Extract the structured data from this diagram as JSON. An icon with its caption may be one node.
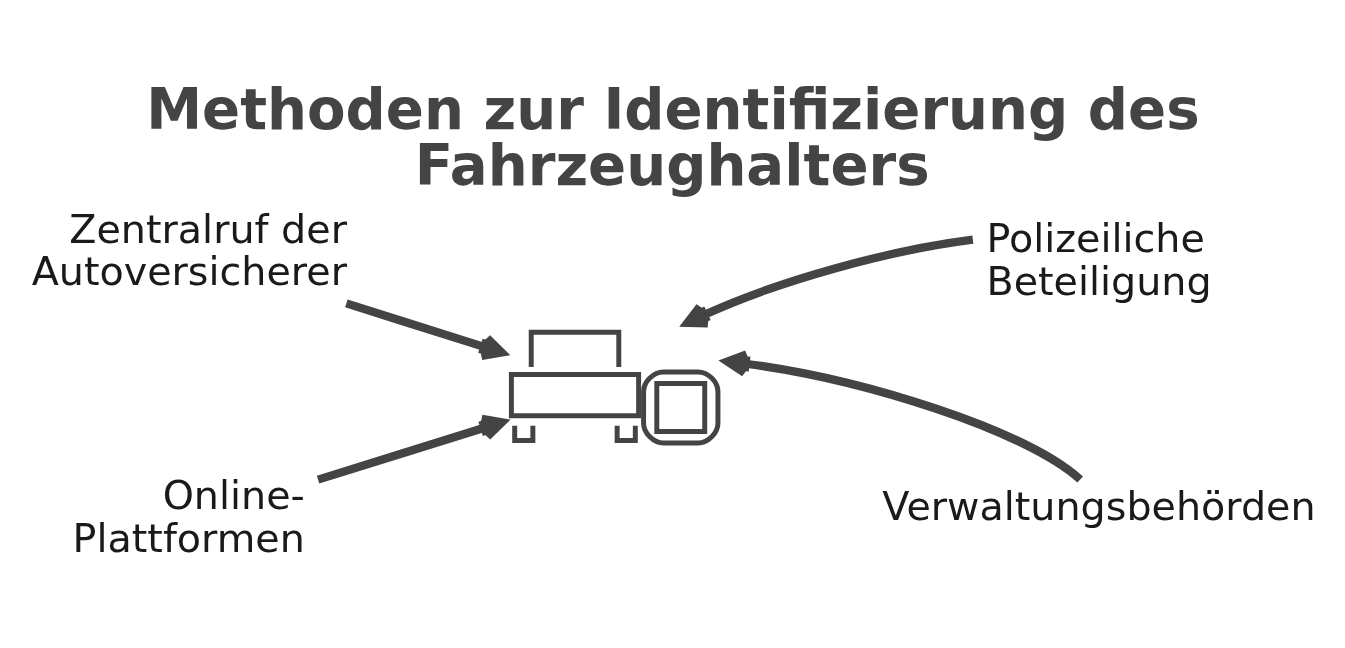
{
  "diagram": {
    "title": "Methoden zur Identifizierung des Fahrzeughalters",
    "nodes": [
      {
        "text": [
          "Zentralruf der Autoversicherer"
        ]
      },
      {
        "text": [
          "Polizeiliche Beteiligung"
        ]
      },
      {
        "text": [],
        "shape": "picture"
      },
      {
        "text": [
          "Online-Plattformen"
        ]
      },
      {
        "text": [
          "Verwaltungsbehörden"
        ]
      }
    ],
    "edges": [
      {
        "from": 0,
        "to": 2,
        "arrow": "to"
      },
      {
        "from": 1,
        "to": 2,
        "arrow": "to"
      },
      {
        "from": 3,
        "to": 2,
        "arrow": "to"
      },
      {
        "from": 4,
        "to": 2,
        "arrow": "to"
      }
    ]
  }
}
